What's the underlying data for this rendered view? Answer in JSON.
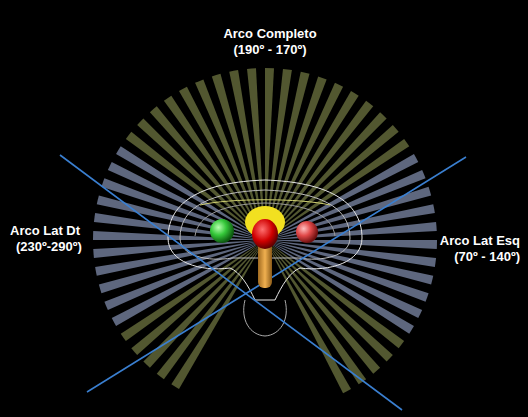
{
  "diagram": {
    "labels": [
      "Arco Completo",
      "(190º - 170º)",
      "Arco Lat Dt",
      "(230º-290º)",
      "Arco Lat Esq",
      "(70º - 140º)"
    ]
  }
}
